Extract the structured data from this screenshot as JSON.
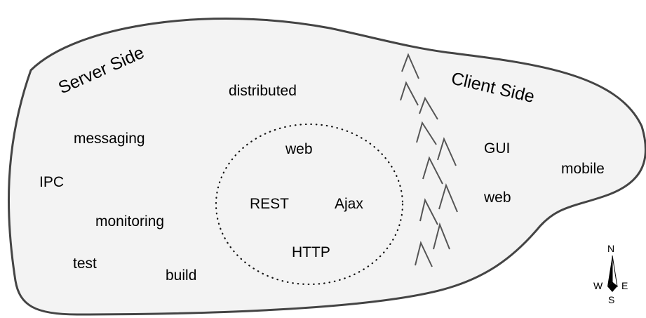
{
  "regions": {
    "server": "Server Side",
    "client": "Client Side"
  },
  "server_terms": {
    "distributed": "distributed",
    "messaging": "messaging",
    "ipc": "IPC",
    "monitoring": "monitoring",
    "test": "test",
    "build": "build"
  },
  "overlap_terms": {
    "web": "web",
    "rest": "REST",
    "ajax": "Ajax",
    "http": "HTTP"
  },
  "client_terms": {
    "gui": "GUI",
    "web": "web",
    "mobile": "mobile"
  },
  "compass": {
    "north": "N",
    "south": "S",
    "east": "E",
    "west": "W"
  },
  "colors": {
    "land_fill": "#f3f3f3",
    "outline": "#444444",
    "text": "#000000"
  },
  "icons": {
    "mountain_range": "mountain-icon",
    "compass": "compass-rose-icon"
  }
}
